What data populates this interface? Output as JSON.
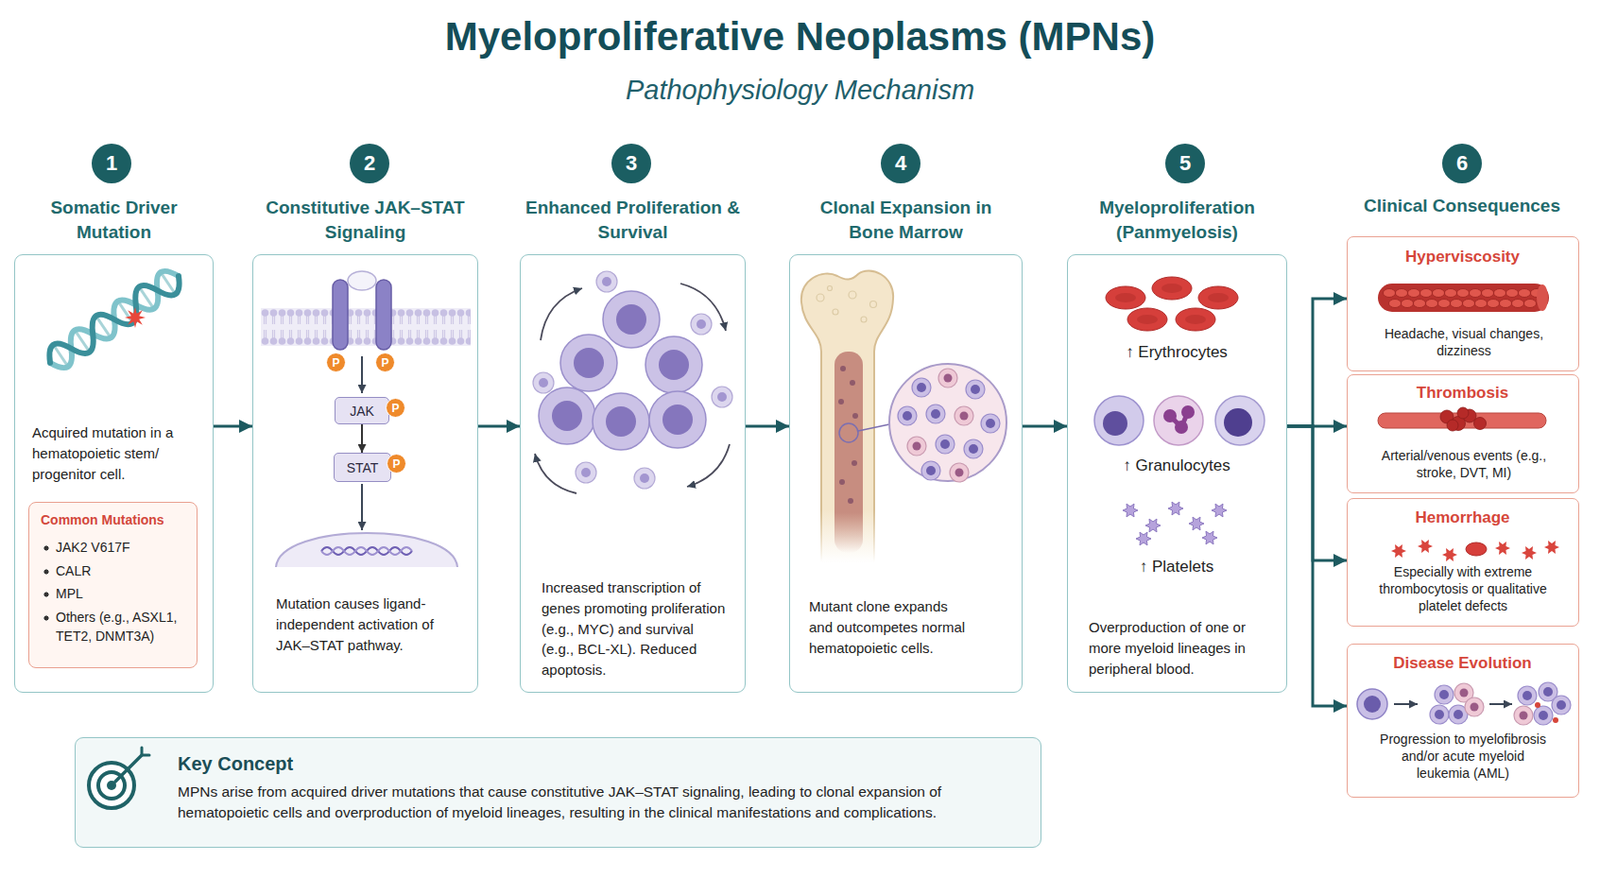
{
  "diagram": {
    "title": "Myeloproliferative Neoplasms (MPNs)",
    "nodes": [
      {
        "text": [
          "1"
        ]
      },
      {
        "text": [
          "Somatic Driver Mutation",
          "Acquired mutation in a hematopoietic stem/ progenitor cell."
        ]
      },
      {
        "text": [
          "Common Mutations",
          "JAK2 V617F",
          "CALR",
          "MPL",
          "Others (e.g., ASXL1, TET2, DNMT3A)"
        ],
        "in": 1
      },
      {
        "text": [
          "2"
        ]
      },
      {
        "text": [
          "Constitutive JAK–STAT Signaling",
          "Mutation causes ligand-independent activation of JAK–STAT pathway."
        ]
      },
      {
        "text": [
          "P"
        ],
        "in": 4
      },
      {
        "text": [
          "P"
        ],
        "in": 4
      },
      {
        "text": [
          "JAK"
        ],
        "in": 4
      },
      {
        "text": [
          "P"
        ],
        "in": 4
      },
      {
        "text": [
          "STAT"
        ],
        "in": 4
      },
      {
        "text": [
          "P"
        ],
        "in": 4
      },
      {
        "text": [
          "3"
        ]
      },
      {
        "text": [
          "Enhanced Proliferation & Survival",
          "Increased transcription of genes promoting proliferation (e.g., MYC) and survival (e.g., BCL-XL). Reduced apoptosis."
        ]
      },
      {
        "text": [
          "4"
        ]
      },
      {
        "text": [
          "Clonal Expansion in Bone Marrow",
          "Mutant clone expands and outcompetes normal hematopoietic cells."
        ]
      },
      {
        "text": [
          "5"
        ]
      },
      {
        "text": [
          "Myeloproliferation (Panmyelosis)",
          "↑ Erythrocytes",
          "↑ Granulocytes",
          "↑ Platelets",
          "Overproduction of one or more myeloid lineages in peripheral blood."
        ]
      },
      {
        "text": [
          "6"
        ]
      },
      {
        "text": [
          "Hyperviscosity",
          "Headache, visual changes, dizziness"
        ]
      },
      {
        "text": [
          "Thrombosis",
          "Arterial/venous events (e.g., stroke, DVT, MI)"
        ]
      },
      {
        "text": [
          "Hemorrhage",
          "Especially with extreme thrombocytosis or qualitative platelet defects"
        ]
      },
      {
        "text": [
          "Disease Evolution",
          "Progression to myelofibrosis and/or acute myeloid leukemia (AML)"
        ]
      },
      {
        "text": [
          "Key Concept",
          "MPNs arise from acquired driver mutations that cause constitutive JAK–STAT signaling, leading to clonal expansion of hematopoietic cells and overproduction of myeloid lineages, resulting in the clinical manifestations and complications."
        ]
      }
    ],
    "edges": [
      {
        "from": 1,
        "to": 4,
        "arrow": "to"
      },
      {
        "from": 4,
        "to": 12,
        "arrow": "to"
      },
      {
        "from": 12,
        "to": 14,
        "arrow": "to"
      },
      {
        "from": 14,
        "to": 16,
        "arrow": "to"
      },
      {
        "from": 7,
        "to": 9,
        "arrow": "to"
      },
      {
        "from": 16,
        "to": 18,
        "arrow": "to"
      },
      {
        "from": 16,
        "to": 19,
        "arrow": "to"
      },
      {
        "from": 16,
        "to": 20,
        "arrow": "to"
      },
      {
        "from": 16,
        "to": 21,
        "arrow": "to"
      }
    ],
    "labels": [
      "Pathophysiology Mechanism",
      "Clinical Consequences"
    ]
  }
}
